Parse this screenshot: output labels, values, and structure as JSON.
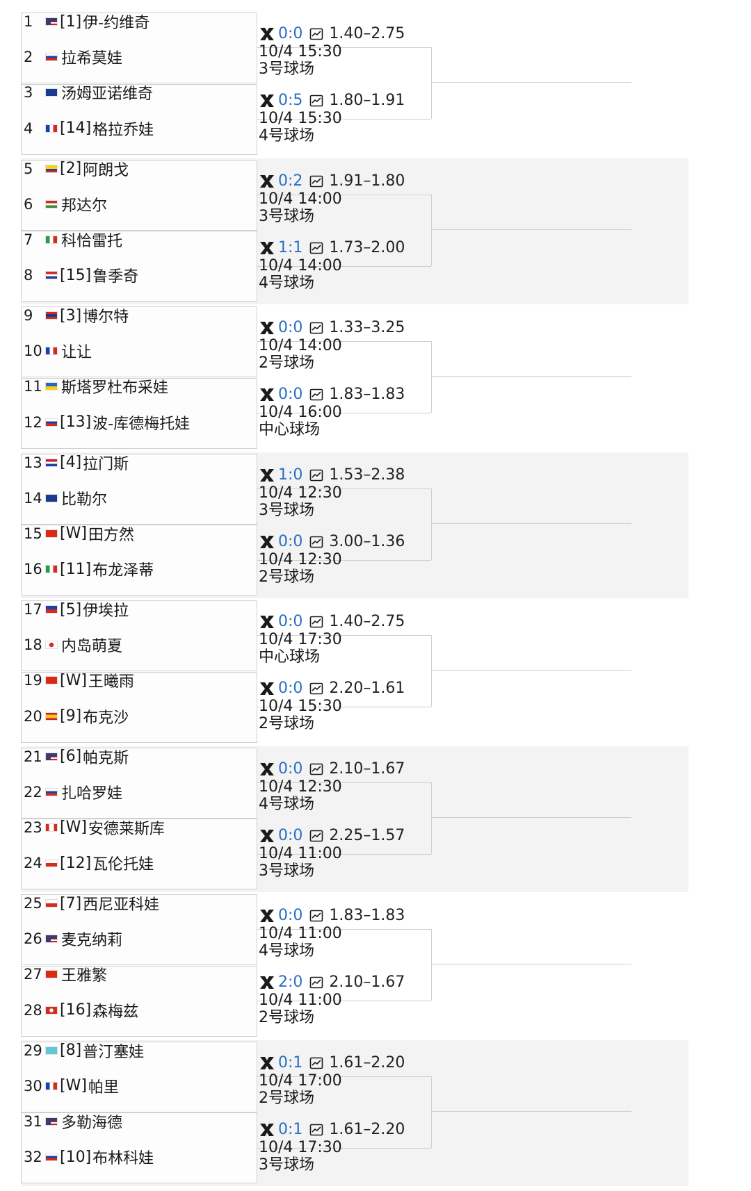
{
  "players": [
    {
      "no": "1",
      "seed": "[1]",
      "name": "伊-约维奇",
      "flag": "us-flag"
    },
    {
      "no": "2",
      "seed": "",
      "name": "拉希莫娃",
      "flag": "ru-flag"
    },
    {
      "no": "3",
      "seed": "",
      "name": "汤姆亚诺维奇",
      "flag": "au-flag"
    },
    {
      "no": "4",
      "seed": "[14]",
      "name": "格拉乔娃",
      "flag": "fr-flag"
    },
    {
      "no": "5",
      "seed": "[2]",
      "name": "阿朗戈",
      "flag": "co-flag"
    },
    {
      "no": "6",
      "seed": "",
      "name": "邦达尔",
      "flag": "hu-flag"
    },
    {
      "no": "7",
      "seed": "",
      "name": "科恰雷托",
      "flag": "it-flag"
    },
    {
      "no": "8",
      "seed": "[15]",
      "name": "鲁季奇",
      "flag": "hr-flag"
    },
    {
      "no": "9",
      "seed": "[3]",
      "name": "博尔特",
      "flag": "gb-flag"
    },
    {
      "no": "10",
      "seed": "",
      "name": "让让",
      "flag": "fr-flag"
    },
    {
      "no": "11",
      "seed": "",
      "name": "斯塔罗杜布采娃",
      "flag": "ua-flag"
    },
    {
      "no": "12",
      "seed": "[13]",
      "name": "波-库德梅托娃",
      "flag": "ru-flag"
    },
    {
      "no": "13",
      "seed": "[4]",
      "name": "拉门斯",
      "flag": "nl-flag"
    },
    {
      "no": "14",
      "seed": "",
      "name": "比勒尔",
      "flag": "au-flag"
    },
    {
      "no": "15",
      "seed": "[W]",
      "name": "田方然",
      "flag": "cn-flag"
    },
    {
      "no": "16",
      "seed": "[11]",
      "name": "布龙泽蒂",
      "flag": "it-flag"
    },
    {
      "no": "17",
      "seed": "[5]",
      "name": "伊埃拉",
      "flag": "ph-flag"
    },
    {
      "no": "18",
      "seed": "",
      "name": "内岛萌夏",
      "flag": "jp-flag"
    },
    {
      "no": "19",
      "seed": "[W]",
      "name": "王曦雨",
      "flag": "cn-flag"
    },
    {
      "no": "20",
      "seed": "[9]",
      "name": "布克沙",
      "flag": "es-flag"
    },
    {
      "no": "21",
      "seed": "[6]",
      "name": "帕克斯",
      "flag": "us-flag"
    },
    {
      "no": "22",
      "seed": "",
      "name": "扎哈罗娃",
      "flag": "ru-flag"
    },
    {
      "no": "23",
      "seed": "[W]",
      "name": "安德莱斯库",
      "flag": "ca-flag"
    },
    {
      "no": "24",
      "seed": "[12]",
      "name": "瓦伦托娃",
      "flag": "cz-flag"
    },
    {
      "no": "25",
      "seed": "[7]",
      "name": "西尼亚科娃",
      "flag": "cz-flag"
    },
    {
      "no": "26",
      "seed": "",
      "name": "麦克纳莉",
      "flag": "us-flag"
    },
    {
      "no": "27",
      "seed": "",
      "name": "王雅繁",
      "flag": "cn-flag"
    },
    {
      "no": "28",
      "seed": "[16]",
      "name": "森梅兹",
      "flag": "tr-flag"
    },
    {
      "no": "29",
      "seed": "[8]",
      "name": "普汀塞娃",
      "flag": "kz-flag"
    },
    {
      "no": "30",
      "seed": "[W]",
      "name": "帕里",
      "flag": "fr-flag"
    },
    {
      "no": "31",
      "seed": "",
      "name": "多勒海德",
      "flag": "us-flag"
    },
    {
      "no": "32",
      "seed": "[10]",
      "name": "布林科娃",
      "flag": "ru-flag"
    }
  ],
  "matches": [
    {
      "score": "0:0",
      "odds": "1.40–2.75",
      "time": "10/4 15:30",
      "court": "3号球场"
    },
    {
      "score": "0:5",
      "odds": "1.80–1.91",
      "time": "10/4 15:30",
      "court": "4号球场"
    },
    {
      "score": "0:2",
      "odds": "1.91–1.80",
      "time": "10/4 14:00",
      "court": "3号球场"
    },
    {
      "score": "1:1",
      "odds": "1.73–2.00",
      "time": "10/4 14:00",
      "court": "4号球场"
    },
    {
      "score": "0:0",
      "odds": "1.33–3.25",
      "time": "10/4 14:00",
      "court": "2号球场"
    },
    {
      "score": "0:0",
      "odds": "1.83–1.83",
      "time": "10/4 16:00",
      "court": "中心球场"
    },
    {
      "score": "1:0",
      "odds": "1.53–2.38",
      "time": "10/4 12:30",
      "court": "3号球场"
    },
    {
      "score": "0:0",
      "odds": "3.00–1.36",
      "time": "10/4 12:30",
      "court": "2号球场"
    },
    {
      "score": "0:0",
      "odds": "1.40–2.75",
      "time": "10/4 17:30",
      "court": "中心球场"
    },
    {
      "score": "0:0",
      "odds": "2.20–1.61",
      "time": "10/4 15:30",
      "court": "2号球场"
    },
    {
      "score": "0:0",
      "odds": "2.10–1.67",
      "time": "10/4 12:30",
      "court": "4号球场"
    },
    {
      "score": "0:0",
      "odds": "2.25–1.57",
      "time": "10/4 11:00",
      "court": "3号球场"
    },
    {
      "score": "0:0",
      "odds": "1.83–1.83",
      "time": "10/4 11:00",
      "court": "4号球场"
    },
    {
      "score": "2:0",
      "odds": "2.10–1.67",
      "time": "10/4 11:00",
      "court": "2号球场"
    },
    {
      "score": "0:1",
      "odds": "1.61–2.20",
      "time": "10/4 17:00",
      "court": "2号球场"
    },
    {
      "score": "0:1",
      "odds": "1.61–2.20",
      "time": "10/4 17:30",
      "court": "3号球场"
    }
  ],
  "colors": {
    "score": "#2a6fc4",
    "band": "#f3f3f3",
    "line": "#cfcfcf"
  },
  "icons": {
    "match_logo": "logo-icon",
    "odds_chart": "chart-icon"
  }
}
